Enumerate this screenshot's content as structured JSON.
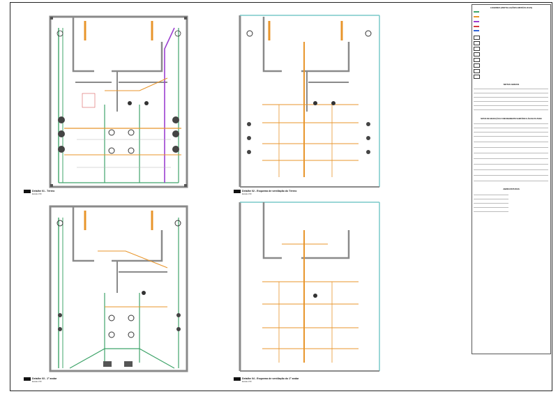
{
  "drawings": [
    {
      "title": "Detalhe 01 - Térreo",
      "scale": "Escala 1:50"
    },
    {
      "title": "Detalhe 02 - Esquema de ventilação do Térreo",
      "scale": "Escala 1:50"
    },
    {
      "title": "Detalhe 03 - 1º andar",
      "scale": "Escala 1:50"
    },
    {
      "title": "Detalhe 04 - Esquema de ventilação do 1º andar",
      "scale": "Escala 1:50"
    }
  ],
  "legend": {
    "title": "LEGENDA (INSTALAÇÕES HIDRÁULICAS)",
    "notes_title": "NOTAS GERAIS",
    "notes2_title": "NOTAS DE EXECUÇÃO E FUNCIONAMENTO SANITÁRIO E ÁGUAS PLUVIAIS",
    "abbr_title": "ABREVIATURAS",
    "colors": {
      "green": "#3fa46a",
      "orange": "#e8952b",
      "purple": "#9b3fd0",
      "red": "#d23b3b",
      "blue": "#2f62d8"
    }
  },
  "wall_color": "#8a8a8a",
  "pipe_colors": {
    "green": "#3fa46a",
    "orange": "#e8952b",
    "purple": "#9b3fd0",
    "teal": "#78c8c8",
    "red": "#d23b3b"
  }
}
